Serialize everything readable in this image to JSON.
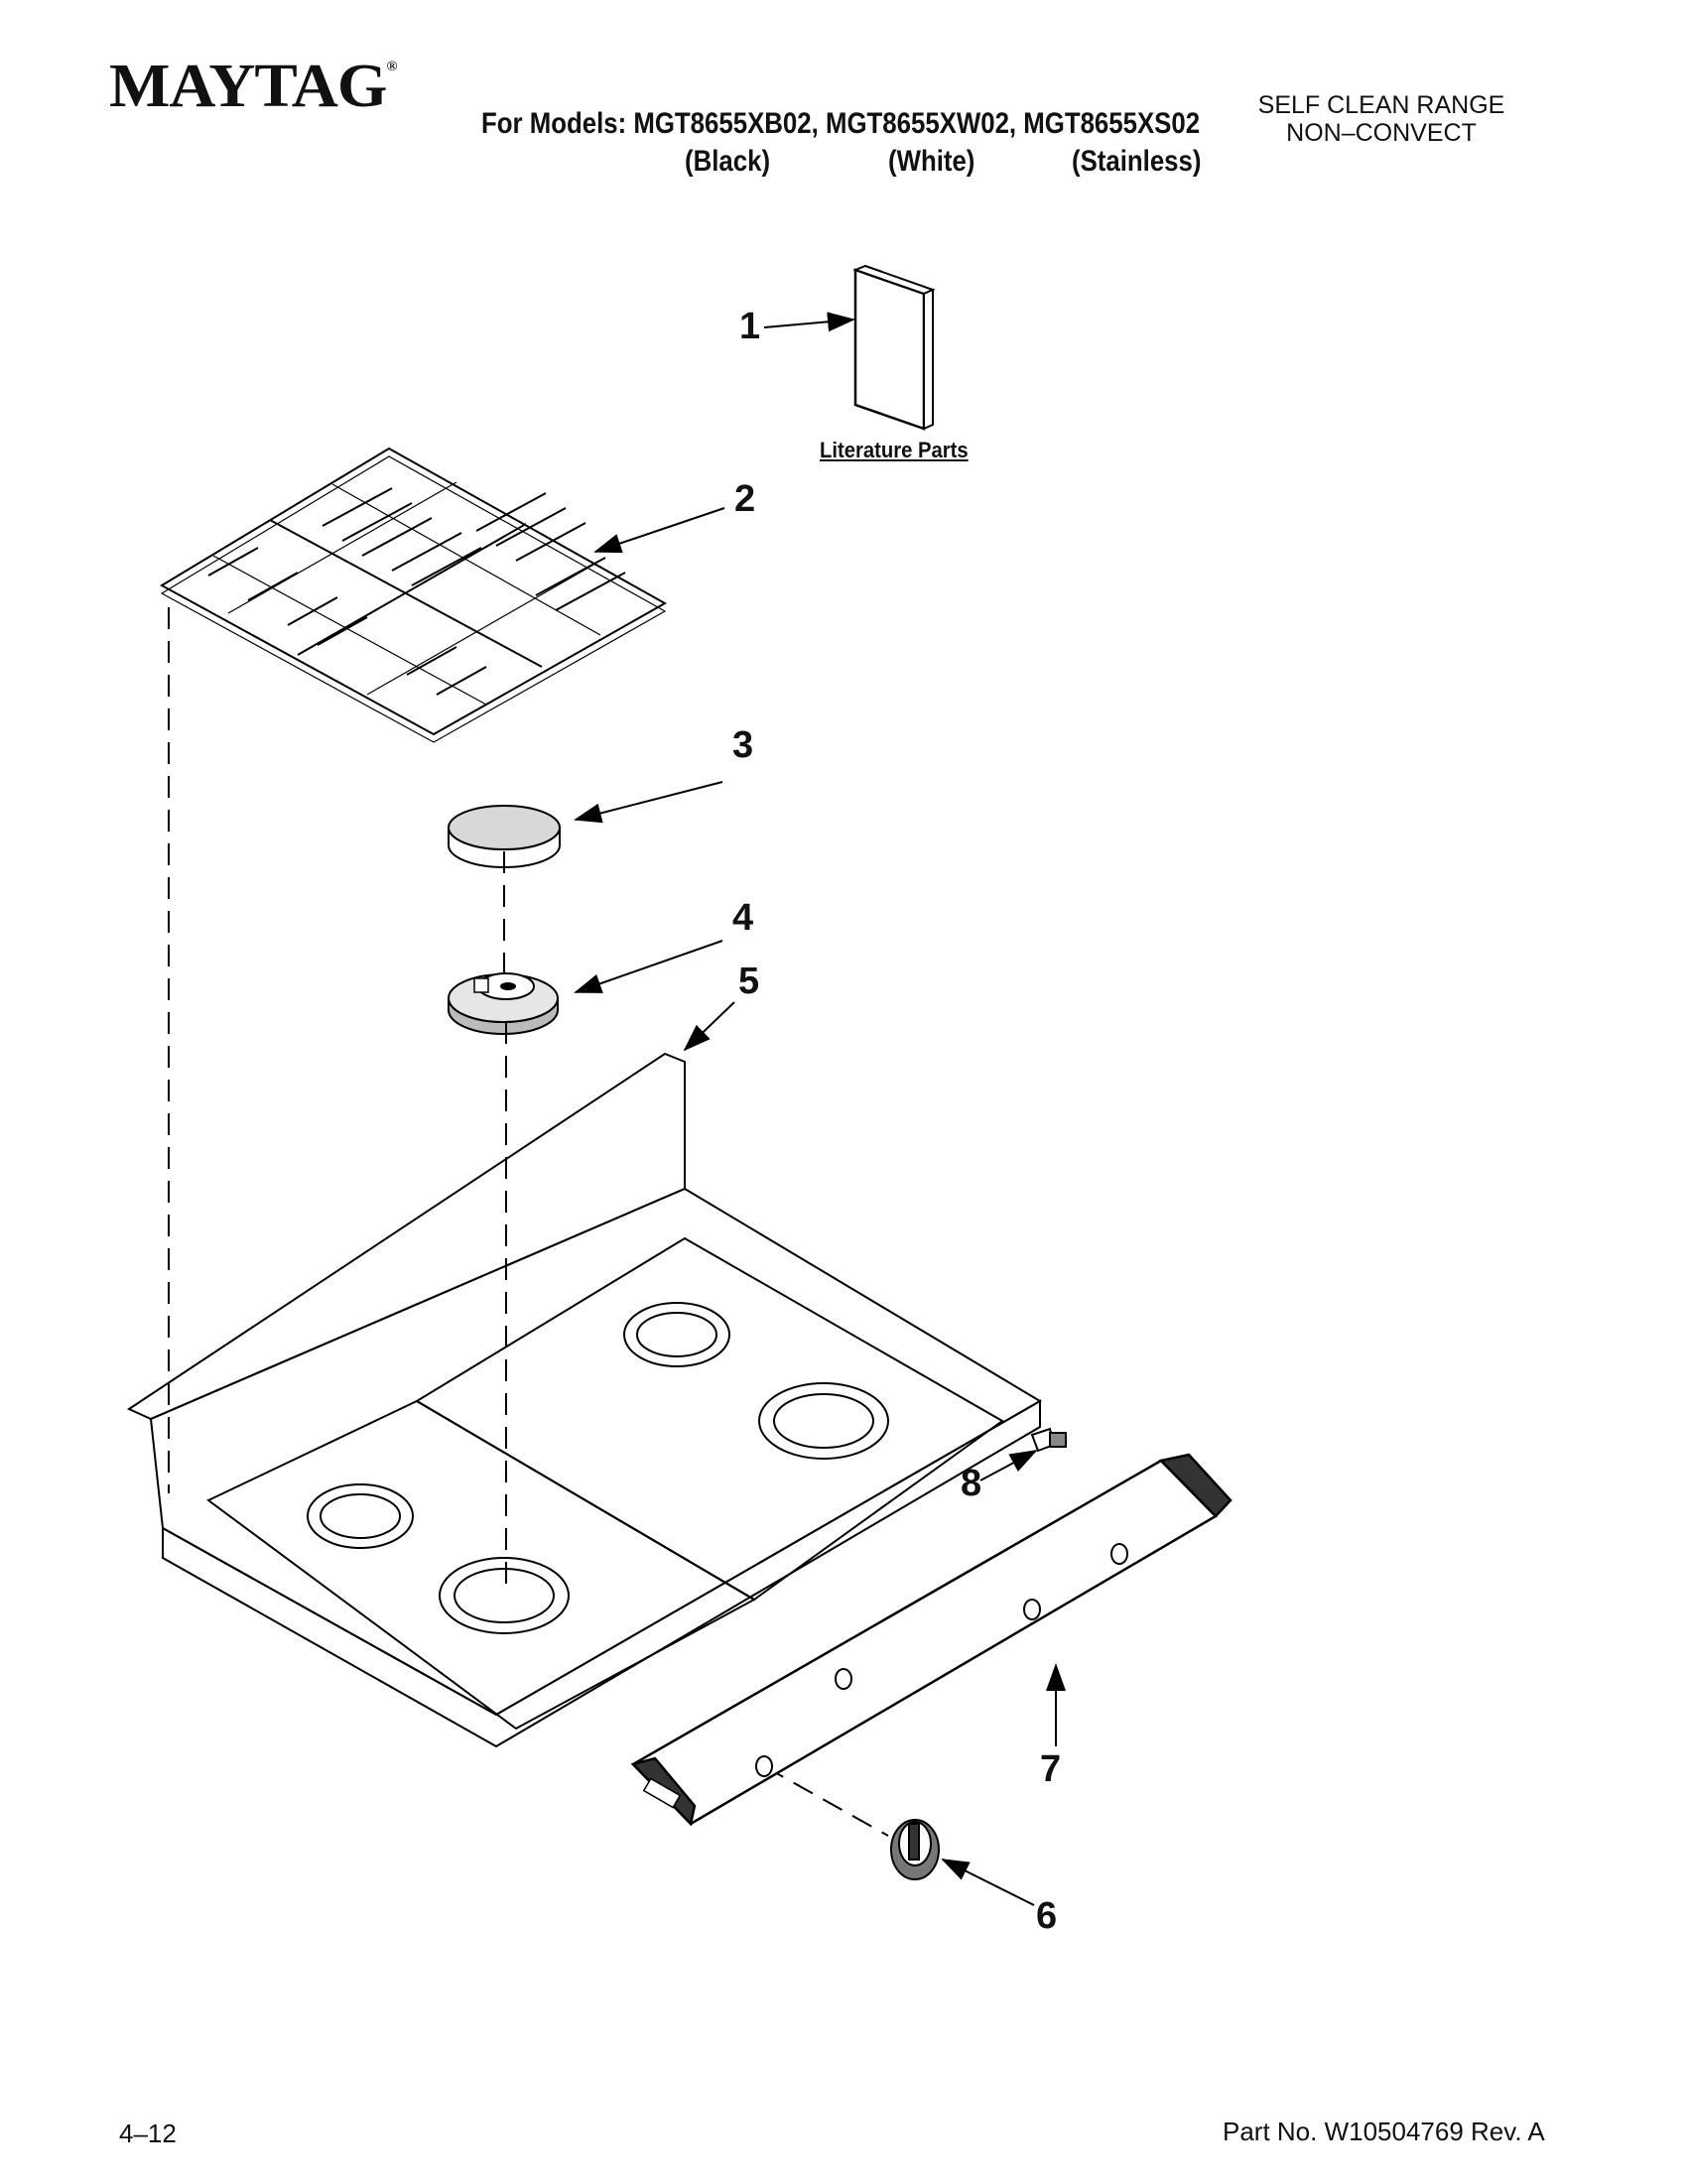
{
  "header": {
    "brand": "MAYTAG",
    "trademark": "®",
    "models_line": "For Models: MGT8655XB02, MGT8655XW02, MGT8655XS02",
    "variants": [
      "(Black)",
      "(White)",
      "(Stainless)"
    ],
    "range_type": [
      "SELF CLEAN RANGE",
      "NON–CONVECT"
    ]
  },
  "diagram": {
    "literature_label": "Literature Parts",
    "callouts": [
      "1",
      "2",
      "3",
      "4",
      "5",
      "6",
      "7",
      "8"
    ]
  },
  "footer": {
    "date": "4–12",
    "part_number": "Part No. W10504769 Rev. A"
  }
}
